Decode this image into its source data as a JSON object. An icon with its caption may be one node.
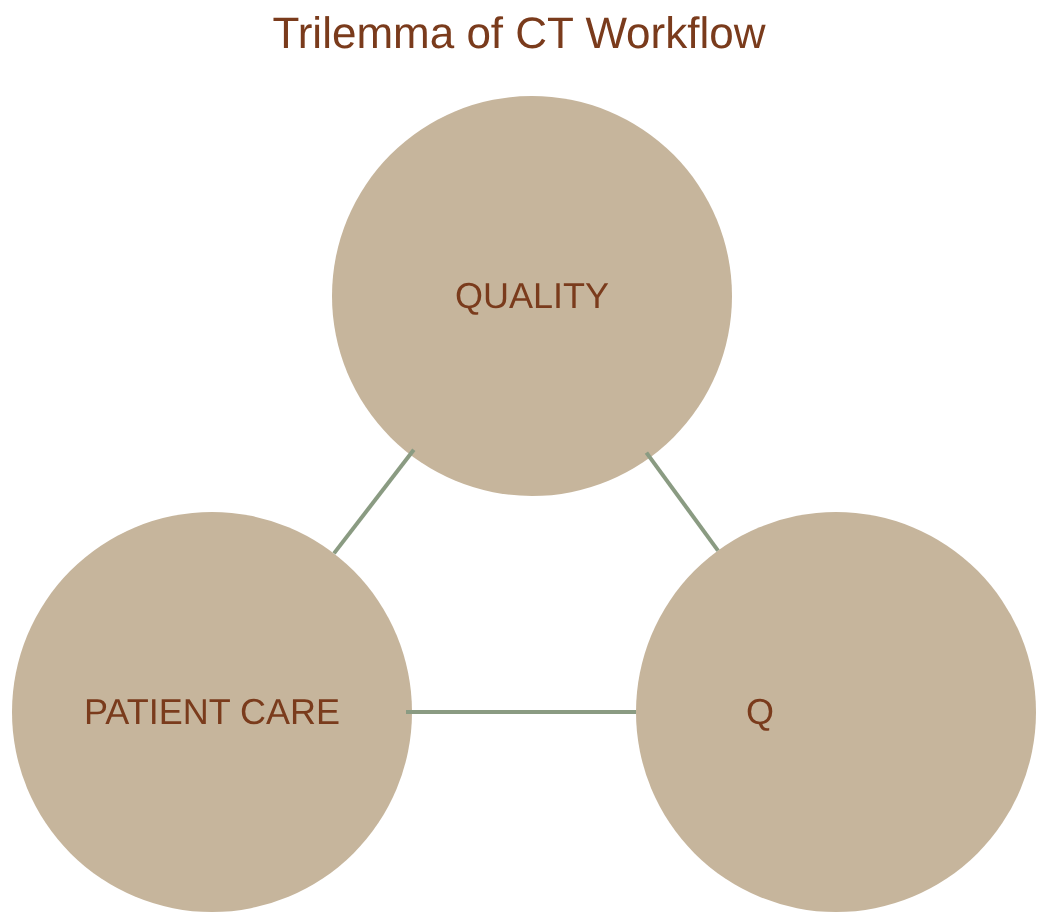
{
  "diagram": {
    "title": "Trilemma of CT Workflow",
    "nodes": [
      {
        "text": [
          "QUALITY"
        ]
      },
      {
        "text": [
          "PATIENT CARE"
        ]
      },
      {
        "text": [
          "Q"
        ]
      }
    ],
    "edges": [
      {
        "from": 0,
        "to": 1,
        "arrow": "none"
      },
      {
        "from": 0,
        "to": 2,
        "arrow": "none"
      },
      {
        "from": 1,
        "to": 2,
        "arrow": "none"
      }
    ]
  }
}
